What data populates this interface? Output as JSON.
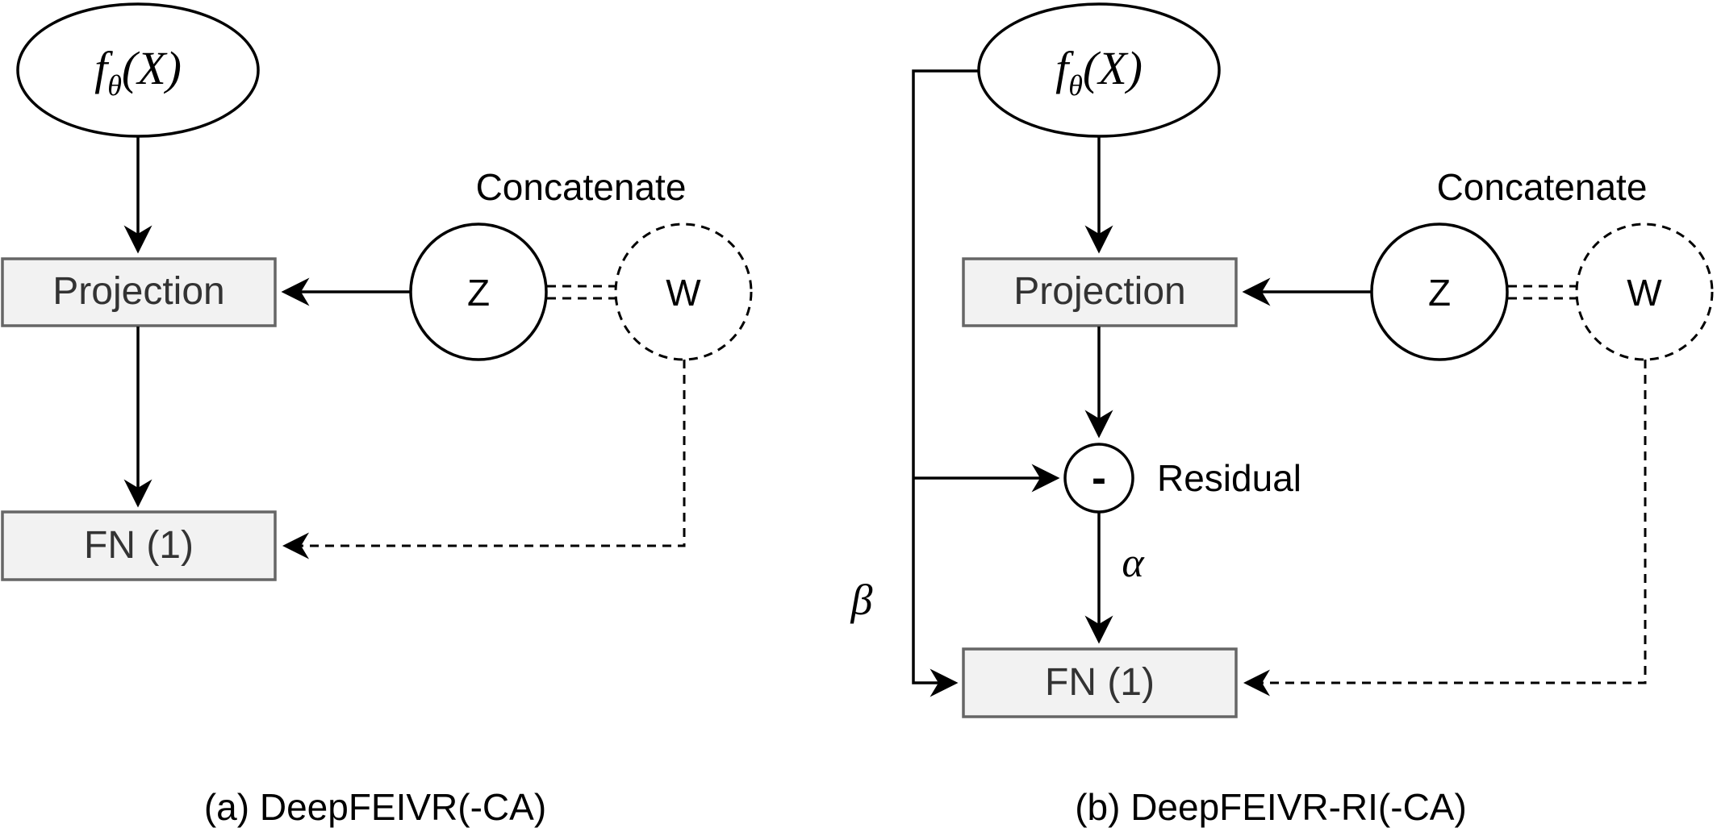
{
  "panel_a": {
    "function_node": {
      "f": "f",
      "sub": "θ",
      "arg": "(X)"
    },
    "projection_label": "Projection",
    "fn_label": "FN (1)",
    "concatenate_label": "Concatenate",
    "z_label": "Z",
    "w_label": "W",
    "caption": "(a) DeepFEIVR(-CA)"
  },
  "panel_b": {
    "function_node": {
      "f": "f",
      "sub": "θ",
      "arg": "(X)"
    },
    "projection_label": "Projection",
    "fn_label": "FN (1)",
    "concatenate_label": "Concatenate",
    "z_label": "Z",
    "w_label": "W",
    "minus_label": "-",
    "residual_label": "Residual",
    "alpha_label": "α",
    "beta_label": "β",
    "caption": "(b) DeepFEIVR-RI(-CA)"
  }
}
